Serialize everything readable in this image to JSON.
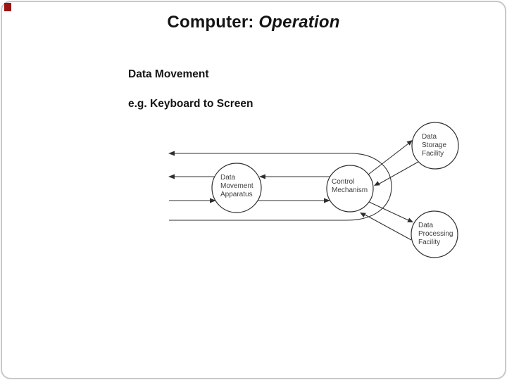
{
  "slide": {
    "title_prefix": "Computer: ",
    "title_emphasis": "Operation",
    "body_line1": "Data Movement",
    "body_line2": "e.g. Keyboard to Screen",
    "accent_color": "#9a1515",
    "border_color": "#c8c8c8",
    "line_color": "#2f2f2f"
  },
  "diagram": {
    "nodes": [
      {
        "id": "data-movement-apparatus",
        "lines": [
          "Data",
          "Movement",
          "Apparatus"
        ]
      },
      {
        "id": "control-mechanism",
        "lines": [
          "Control",
          "Mechanism"
        ]
      },
      {
        "id": "data-storage-facility",
        "lines": [
          "Data",
          "Storage",
          "Facility"
        ]
      },
      {
        "id": "data-processing-facility",
        "lines": [
          "Data",
          "Processing",
          "Facility"
        ]
      }
    ]
  }
}
